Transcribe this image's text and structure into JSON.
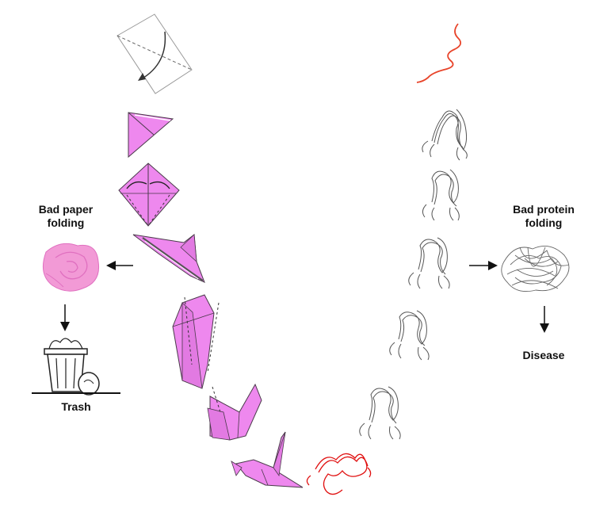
{
  "labels": {
    "bad_paper_line1": "Bad paper",
    "bad_paper_line2": "folding",
    "trash": "Trash",
    "bad_protein_line1": "Bad protein",
    "bad_protein_line2": "folding",
    "disease": "Disease"
  },
  "colors": {
    "paper": "#ee88ee",
    "paper_edge": "#4a3a4a",
    "rose": "#f29ad6",
    "protein": "#555555",
    "protein_unfolded": "#e8442a",
    "protein_native": "#e01010",
    "text": "#111111"
  }
}
